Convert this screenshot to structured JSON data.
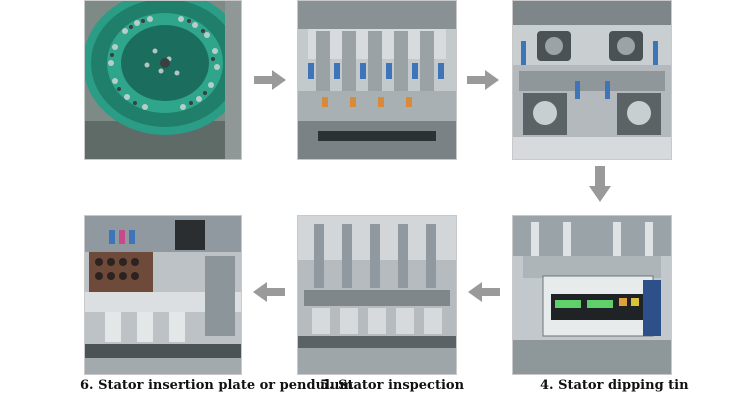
{
  "steps": [
    {
      "id": 1,
      "label": ""
    },
    {
      "id": 2,
      "label": ""
    },
    {
      "id": 3,
      "label": ""
    },
    {
      "id": 4,
      "label": "4. Stator dipping tin"
    },
    {
      "id": 5,
      "label": "5. Stator inspection"
    },
    {
      "id": 6,
      "label": "6. Stator insertion plate or pendulum"
    }
  ],
  "colors": {
    "arrow": "#9a9a9a",
    "bowl": "#1f8f7a",
    "metal": "#b9bec2",
    "background": "#ffffff"
  },
  "icons": [
    "arrow-right-icon",
    "arrow-down-icon",
    "arrow-left-icon"
  ]
}
